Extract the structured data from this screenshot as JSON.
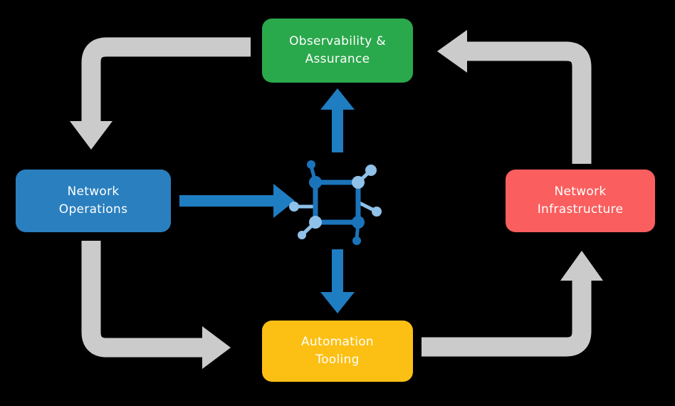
{
  "diagram": {
    "background": "#000000",
    "nodes": [
      {
        "id": "observability",
        "label": "Observability &\nAssurance",
        "color": "#2AA84C",
        "position": "top"
      },
      {
        "id": "operations",
        "label": "Network\nOperations",
        "color": "#2A7FBF",
        "position": "left"
      },
      {
        "id": "infrastructure",
        "label": "Network\nInfrastructure",
        "color": "#FA5E5E",
        "position": "right"
      },
      {
        "id": "automation",
        "label": "Automation\nTooling",
        "color": "#FCBF13",
        "position": "bottom"
      }
    ],
    "center_icon": {
      "name": "network-nodes-icon",
      "dark_blue": "#1B74BA",
      "light_blue": "#8FC1E9"
    },
    "edges": [
      {
        "from": "Observability & Assurance",
        "to": "Network Operations",
        "color": "#CBCBCB",
        "style": "elbow"
      },
      {
        "from": "Network Operations",
        "to": "center icon",
        "color": "#1F7DC2",
        "style": "straight"
      },
      {
        "from": "center icon",
        "to": "Observability & Assurance",
        "color": "#1F7DC2",
        "style": "straight"
      },
      {
        "from": "center icon",
        "to": "Automation Tooling",
        "color": "#1F7DC2",
        "style": "straight"
      },
      {
        "from": "Network Operations",
        "to": "Automation Tooling",
        "color": "#CBCBCB",
        "style": "elbow"
      },
      {
        "from": "Automation Tooling",
        "to": "Network Infrastructure",
        "color": "#CBCBCB",
        "style": "elbow"
      },
      {
        "from": "Network Infrastructure",
        "to": "Observability & Assurance",
        "color": "#CBCBCB",
        "style": "elbow"
      }
    ]
  }
}
